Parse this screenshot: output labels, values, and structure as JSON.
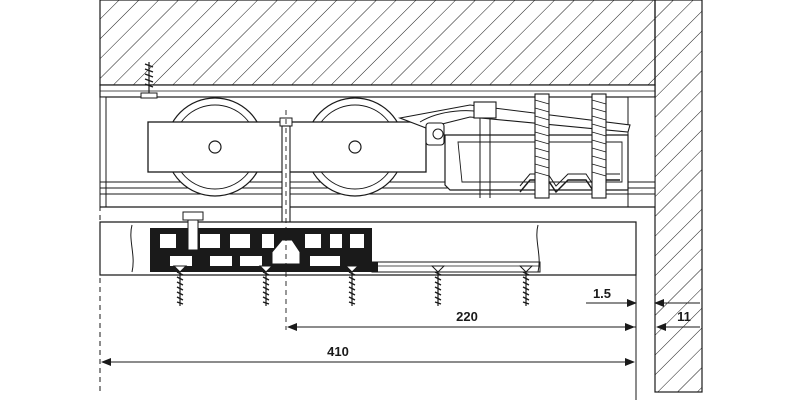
{
  "diagram": {
    "dimensions": {
      "d410": "410",
      "d220": "220",
      "d1_5": "1.5",
      "d11": "11"
    },
    "colors": {
      "line": "#1a1a1a",
      "metal_fill": "#e8e8e8",
      "dark_part": "#1a1a1a",
      "panel_fill": "#f2f2f2",
      "background": "#ffffff"
    }
  }
}
